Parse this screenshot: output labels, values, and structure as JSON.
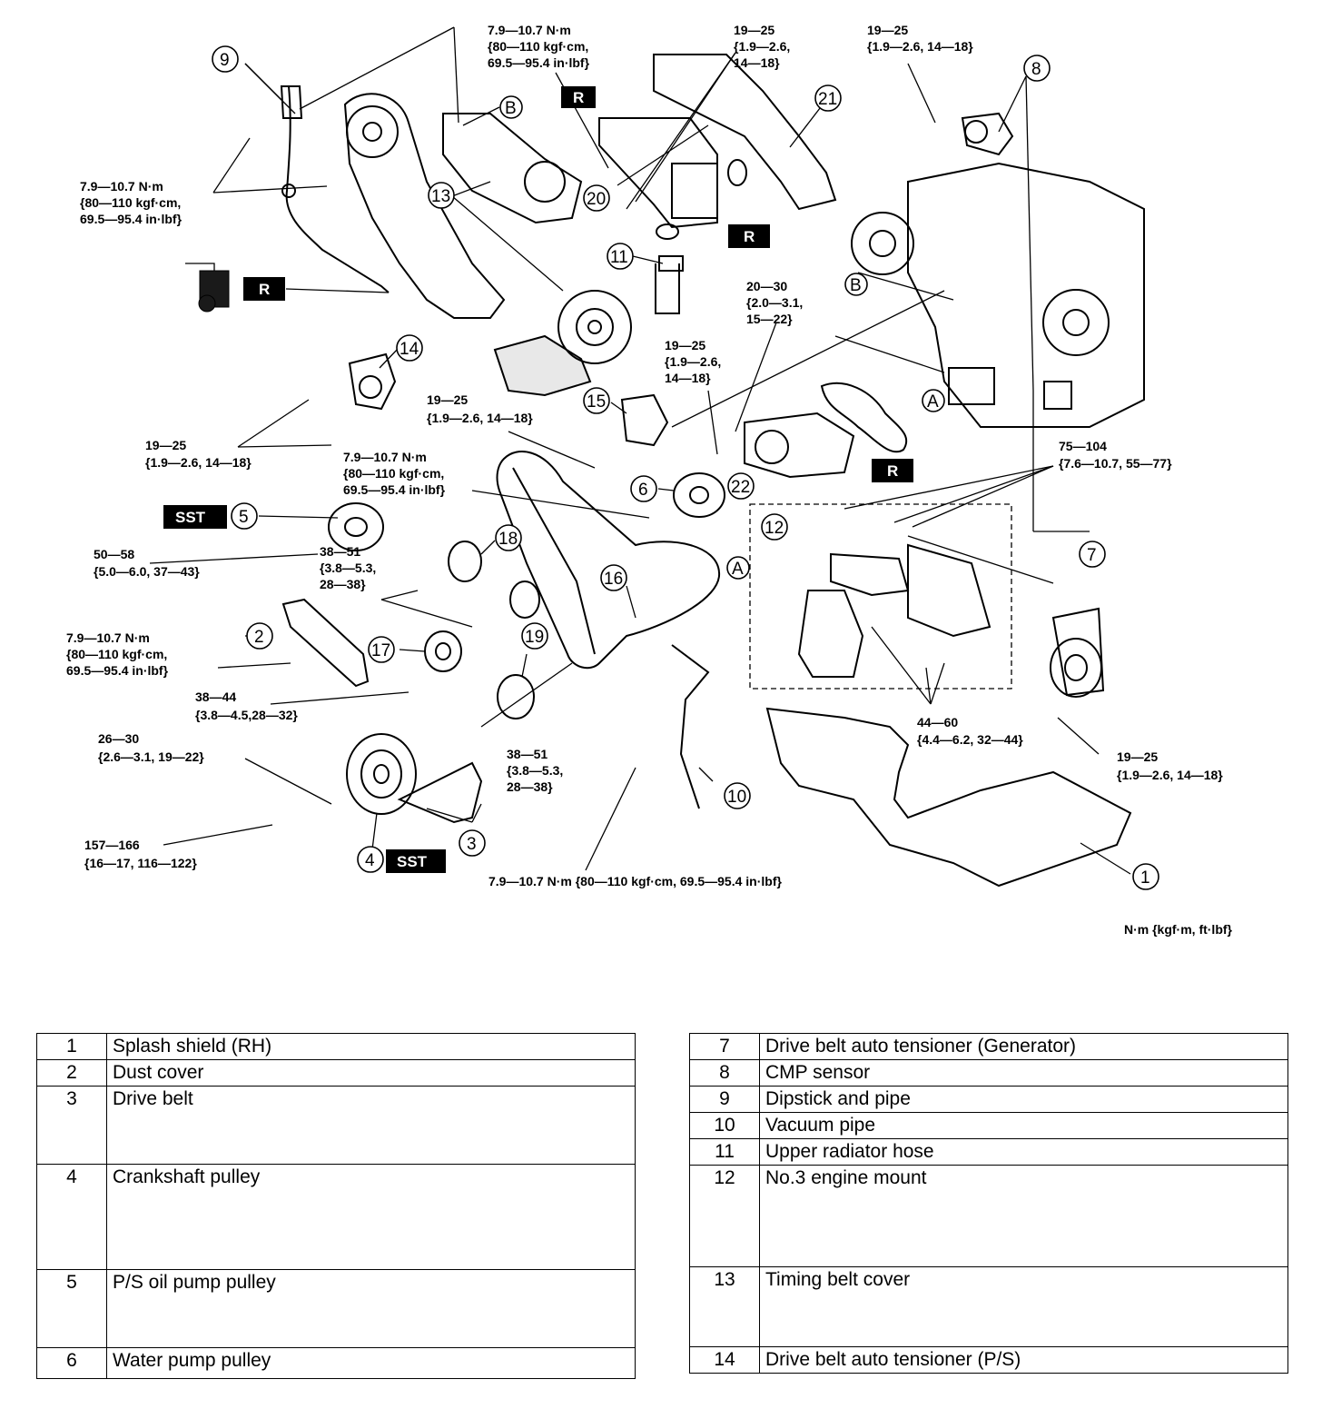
{
  "torque": {
    "t_top_cover": [
      "7.9—10.7 N·m",
      "{80—110 kgf·cm,",
      "69.5—95.4 in·lbf}"
    ],
    "t_top_mid": [
      "19—25",
      "{1.9—2.6,",
      "14—18}"
    ],
    "t_top_right": [
      "19—25",
      "{1.9—2.6, 14—18}"
    ],
    "t_dipstick": [
      "7.9—10.7 N·m",
      "{80—110 kgf·cm,",
      "69.5—95.4 in·lbf}"
    ],
    "t_wp_bracket": [
      "20—30",
      "{2.0—3.1,",
      "15—22}"
    ],
    "t_wp": [
      "19—25",
      "{1.9—2.6,",
      "14—18}"
    ],
    "t_hose": [
      "19—25",
      "{1.9—2.6, 14—18}"
    ],
    "t_ps_tens": [
      "19—25",
      "{1.9—2.6, 14—18}"
    ],
    "t_wp_pulley": [
      "7.9—10.7 N·m",
      "{80—110 kgf·cm,",
      "69.5—95.4 in·lbf}"
    ],
    "t_ps_pulley": [
      "50—58",
      "{5.0—6.0, 37—43}"
    ],
    "t_idler": [
      "38—51",
      "{3.8—5.3,",
      "28—38}"
    ],
    "t_mount_top": [
      "75—104",
      "{7.6—10.7, 55—77}"
    ],
    "t_dust": [
      "7.9—10.7 N·m",
      "{80—110 kgf·cm,",
      "69.5—95.4 in·lbf}"
    ],
    "t_38_44": [
      "38—44",
      "{3.8—4.5,28—32}"
    ],
    "t_26_30": [
      "26—30",
      "{2.6—3.1, 19—22}"
    ],
    "t_idler_low": [
      "38—51",
      "{3.8—5.3,",
      "28—38}"
    ],
    "t_mount_low": [
      "44—60",
      "{4.4—6.2, 32—44}"
    ],
    "t_gen_tens": [
      "19—25",
      "{1.9—2.6, 14—18}"
    ],
    "t_crank": [
      "157—166",
      "{16—17, 116—122}"
    ],
    "t_bottom": [
      "7.9—10.7 N·m {80—110 kgf·cm, 69.5—95.4 in·lbf}"
    ]
  },
  "marks": {
    "replace": "R",
    "sst": "SST"
  },
  "callouts": {
    "A": "A",
    "B": "B"
  },
  "units": "N·m {kgf·m, ft·lbf}",
  "legend_left": [
    {
      "num": "1",
      "desc": "Splash shield (RH)"
    },
    {
      "num": "2",
      "desc": "Dust cover"
    },
    {
      "num": "3",
      "desc": "Drive belt"
    },
    {
      "num": "4",
      "desc": "Crankshaft pulley"
    },
    {
      "num": "5",
      "desc": "P/S oil pump pulley"
    },
    {
      "num": "6",
      "desc": "Water pump pulley"
    }
  ],
  "legend_right": [
    {
      "num": "7",
      "desc": "Drive belt auto tensioner (Generator)"
    },
    {
      "num": "8",
      "desc": "CMP sensor"
    },
    {
      "num": "9",
      "desc": "Dipstick and pipe"
    },
    {
      "num": "10",
      "desc": "Vacuum pipe"
    },
    {
      "num": "11",
      "desc": "Upper radiator hose"
    },
    {
      "num": "12",
      "desc": "No.3 engine mount"
    },
    {
      "num": "13",
      "desc": "Timing belt cover"
    },
    {
      "num": "14",
      "desc": "Drive belt auto tensioner (P/S)"
    }
  ]
}
